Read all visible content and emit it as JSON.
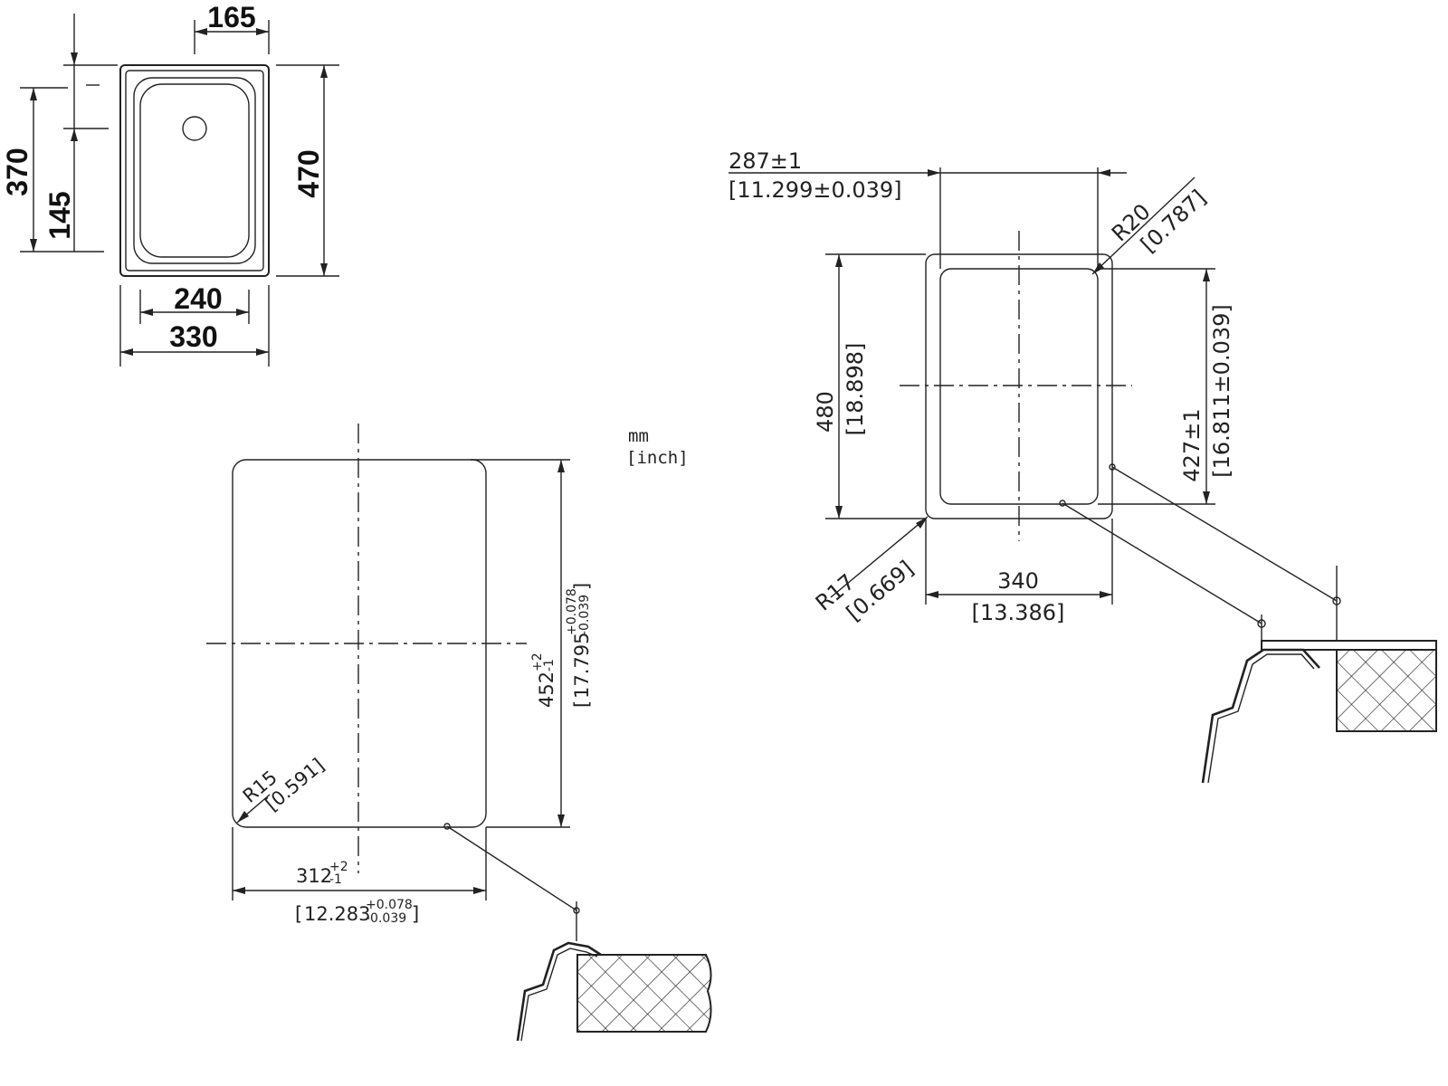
{
  "units": {
    "primary": "mm",
    "secondary": "[inch]"
  },
  "sink_plan": {
    "dim_bowl_width": "165",
    "dim_inner_length": "370",
    "dim_drain_offset": "145",
    "dim_overall_length": "470",
    "dim_bowl_inner_width": "240",
    "dim_overall_width": "330"
  },
  "cutout_top_mount": {
    "width_mm": "312",
    "width_mm_tol_plus": "+2",
    "width_mm_tol_minus": "-1",
    "width_in": "12.283",
    "width_in_tol_plus": "+0.078",
    "width_in_tol_minus": "-0.039",
    "length_mm": "452",
    "length_mm_tol_plus": "+2",
    "length_mm_tol_minus": "-1",
    "length_in": "17.795",
    "length_in_tol_plus": "+0.078",
    "length_in_tol_minus": "-0.039",
    "radius_mm": "R15",
    "radius_in": "[0.591]"
  },
  "cutout_flush_mount": {
    "inner_width_mm": "287±1",
    "inner_width_in": "[11.299±0.039]",
    "corner_radius_mm": "R20",
    "corner_radius_in": "[0.787]",
    "outer_length_mm": "480",
    "outer_length_in": "[18.898]",
    "inner_length_mm": "427±1",
    "inner_length_in": "[16.811±0.039]",
    "outer_radius_mm": "R17",
    "outer_radius_in": "[0.669]",
    "outer_width_mm": "340",
    "outer_width_in": "[13.386]"
  }
}
